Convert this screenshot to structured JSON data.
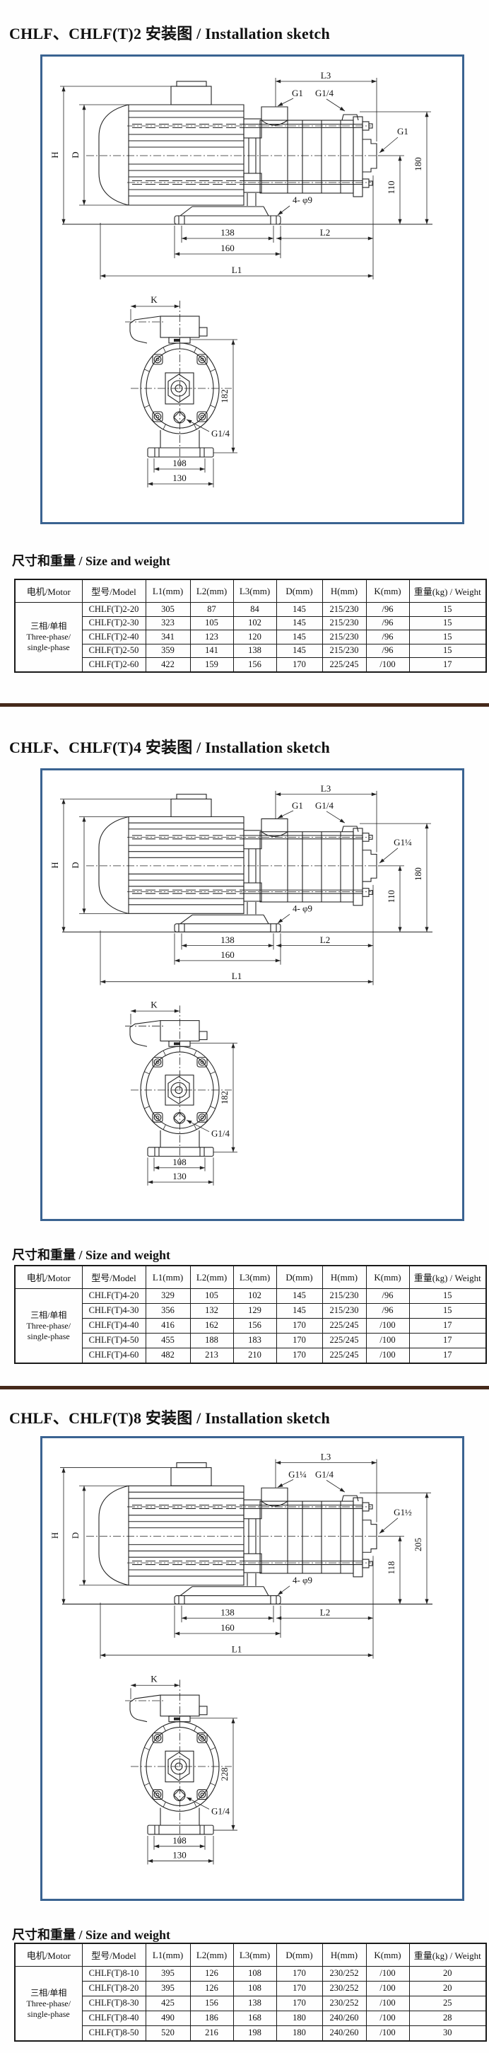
{
  "page": {
    "background": "#fefefe",
    "box_border_color": "#3a6391",
    "separator_color": "#45291a",
    "line_color": "#222222"
  },
  "sections": [
    {
      "title": "CHLF、CHLF(T)2 安装图 / Installation sketch",
      "size_heading_zh": "尺寸和重量",
      "size_heading_en": " / Size and weight",
      "drawing": {
        "side": {
          "dim_h": "H",
          "dim_d": "D",
          "dim_l3": "L3",
          "label_inlet": "G1",
          "label_plug": "G1/4",
          "label_outlet": "G1",
          "dim_right_outer": "180",
          "dim_right_inner": "110",
          "dim_foot_inner": "138",
          "dim_foot_outer": "160",
          "dim_l2": "L2",
          "dim_l1": "L1",
          "label_holes": "4- φ9"
        },
        "front": {
          "dim_k": "K",
          "dim_height": "182",
          "label_drain": "G1/4",
          "dim_base_inner": "108",
          "dim_base_outer": "130"
        }
      },
      "table": {
        "headers": [
          "电机/Motor",
          "型号/Model",
          "L1(mm)",
          "L2(mm)",
          "L3(mm)",
          "D(mm)",
          "H(mm)",
          "K(mm)",
          "重量(kg) / Weight"
        ],
        "motor_label": "三相/单相\nThree-phase/\nsingle-phase",
        "rows": [
          [
            "CHLF(T)2-20",
            "305",
            "87",
            "84",
            "145",
            "215/230",
            "/96",
            "15"
          ],
          [
            "CHLF(T)2-30",
            "323",
            "105",
            "102",
            "145",
            "215/230",
            "/96",
            "15"
          ],
          [
            "CHLF(T)2-40",
            "341",
            "123",
            "120",
            "145",
            "215/230",
            "/96",
            "15"
          ],
          [
            "CHLF(T)2-50",
            "359",
            "141",
            "138",
            "145",
            "215/230",
            "/96",
            "15"
          ],
          [
            "CHLF(T)2-60",
            "422",
            "159",
            "156",
            "170",
            "225/245",
            "/100",
            "17"
          ]
        ]
      }
    },
    {
      "title": "CHLF、CHLF(T)4 安装图 / Installation sketch",
      "size_heading_zh": "尺寸和重量",
      "size_heading_en": " / Size and weight",
      "drawing": {
        "side": {
          "dim_h": "H",
          "dim_d": "D",
          "dim_l3": "L3",
          "label_inlet": "G1",
          "label_plug": "G1/4",
          "label_outlet": "G1¼",
          "dim_right_outer": "180",
          "dim_right_inner": "110",
          "dim_foot_inner": "138",
          "dim_foot_outer": "160",
          "dim_l2": "L2",
          "dim_l1": "L1",
          "label_holes": "4- φ9"
        },
        "front": {
          "dim_k": "K",
          "dim_height": "182",
          "label_drain": "G1/4",
          "dim_base_inner": "108",
          "dim_base_outer": "130"
        }
      },
      "table": {
        "headers": [
          "电机/Motor",
          "型号/Model",
          "L1(mm)",
          "L2(mm)",
          "L3(mm)",
          "D(mm)",
          "H(mm)",
          "K(mm)",
          "重量(kg) / Weight"
        ],
        "motor_label": "三相/单相\nThree-phase/\nsingle-phase",
        "rows": [
          [
            "CHLF(T)4-20",
            "329",
            "105",
            "102",
            "145",
            "215/230",
            "/96",
            "15"
          ],
          [
            "CHLF(T)4-30",
            "356",
            "132",
            "129",
            "145",
            "215/230",
            "/96",
            "15"
          ],
          [
            "CHLF(T)4-40",
            "416",
            "162",
            "156",
            "170",
            "225/245",
            "/100",
            "17"
          ],
          [
            "CHLF(T)4-50",
            "455",
            "188",
            "183",
            "170",
            "225/245",
            "/100",
            "17"
          ],
          [
            "CHLF(T)4-60",
            "482",
            "213",
            "210",
            "170",
            "225/245",
            "/100",
            "17"
          ]
        ]
      }
    },
    {
      "title": "CHLF、CHLF(T)8 安装图 / Installation sketch",
      "size_heading_zh": "尺寸和重量",
      "size_heading_en": " / Size and weight",
      "drawing": {
        "side": {
          "dim_h": "H",
          "dim_d": "D",
          "dim_l3": "L3",
          "label_inlet": "G1¼",
          "label_plug": "G1/4",
          "label_outlet": "G1½",
          "dim_right_outer": "205",
          "dim_right_inner": "118",
          "dim_foot_inner": "138",
          "dim_foot_outer": "160",
          "dim_l2": "L2",
          "dim_l1": "L1",
          "label_holes": "4- φ9"
        },
        "front": {
          "dim_k": "K",
          "dim_height": "228",
          "label_drain": "G1/4",
          "dim_base_inner": "108",
          "dim_base_outer": "130"
        }
      },
      "table": {
        "headers": [
          "电机/Motor",
          "型号/Model",
          "L1(mm)",
          "L2(mm)",
          "L3(mm)",
          "D(mm)",
          "H(mm)",
          "K(mm)",
          "重量(kg) / Weight"
        ],
        "motor_label": "三相/单相\nThree-phase/\nsingle-phase",
        "rows": [
          [
            "CHLF(T)8-10",
            "395",
            "126",
            "108",
            "170",
            "230/252",
            "/100",
            "20"
          ],
          [
            "CHLF(T)8-20",
            "395",
            "126",
            "108",
            "170",
            "230/252",
            "/100",
            "20"
          ],
          [
            "CHLF(T)8-30",
            "425",
            "156",
            "138",
            "170",
            "230/252",
            "/100",
            "25"
          ],
          [
            "CHLF(T)8-40",
            "490",
            "186",
            "168",
            "180",
            "240/260",
            "/100",
            "28"
          ],
          [
            "CHLF(T)8-50",
            "520",
            "216",
            "198",
            "180",
            "240/260",
            "/100",
            "30"
          ]
        ]
      }
    }
  ]
}
